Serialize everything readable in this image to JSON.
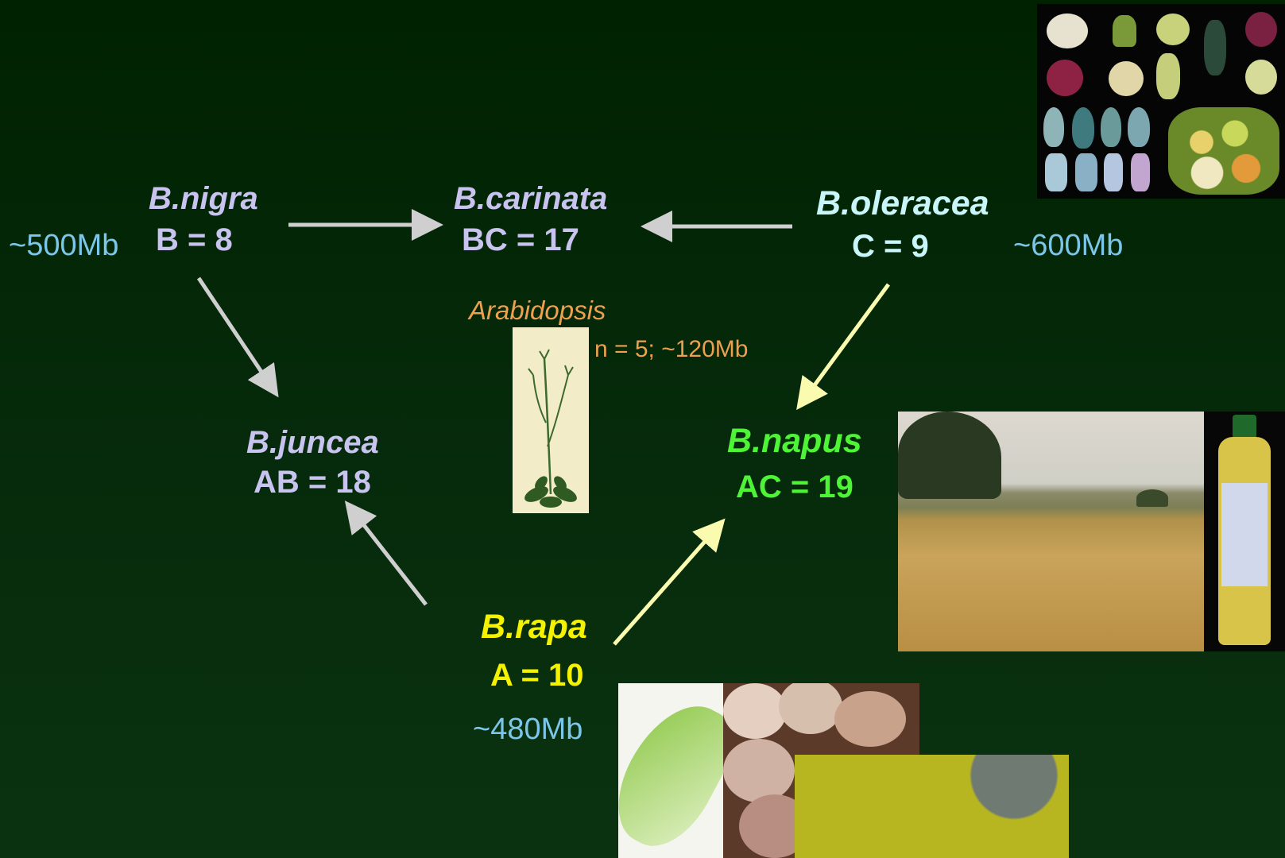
{
  "species": {
    "nigra": {
      "name": "B.nigra",
      "chromosomes": "B = 8",
      "genome_size": "~500Mb",
      "color": "#c9c3f0"
    },
    "carinata": {
      "name": "B.carinata",
      "chromosomes": "BC = 17",
      "color": "#c9c3f0"
    },
    "oleracea": {
      "name": "B.oleracea",
      "chromosomes": "C = 9",
      "genome_size": "~600Mb",
      "color": "#c8f6fa"
    },
    "juncea": {
      "name": "B.juncea",
      "chromosomes": "AB = 18",
      "color": "#c9c3f0"
    },
    "napus": {
      "name": "B.napus",
      "chromosomes": "AC = 19",
      "color": "#4df536"
    },
    "rapa": {
      "name": "B.rapa",
      "chromosomes": "A = 10",
      "genome_size": "~480Mb",
      "color": "#f5f200"
    }
  },
  "arabidopsis": {
    "name": "Arabidopsis",
    "info": "n = 5; ~120Mb",
    "color": "#eca050"
  },
  "arrow_colors": {
    "grey": "#cfcfcf",
    "yellow": "#fbfbb0"
  }
}
